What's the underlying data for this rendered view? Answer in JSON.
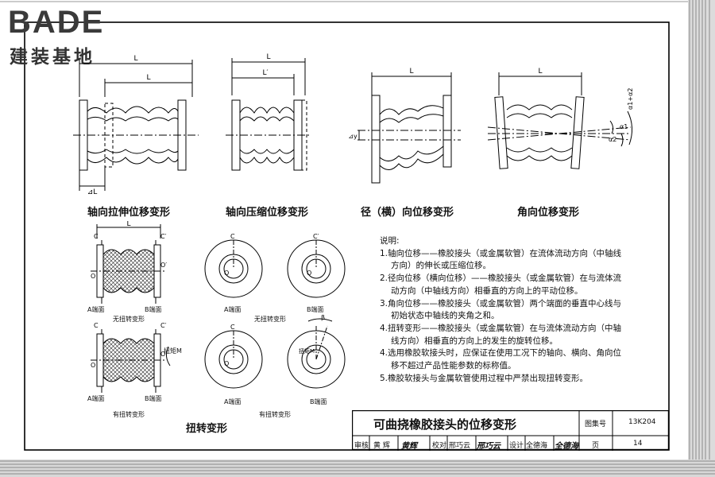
{
  "brand": {
    "name": "BADE",
    "subtitle": "建装基地"
  },
  "figures": {
    "axial_tension": {
      "caption": "轴向拉伸位移变形",
      "dim_total": "L",
      "dim_inner": "L",
      "dim_delta": "⊿L"
    },
    "axial_compression": {
      "caption": "轴向压缩位移变形",
      "dim_total": "L",
      "dim_inner": "L′"
    },
    "lateral": {
      "caption": "径（横）向位移变形",
      "dim_total": "L",
      "dim_delta": "⊿y"
    },
    "angular": {
      "caption": "角向位移变形",
      "dim_total": "L",
      "angle_sum": "α1+α2",
      "angle_1": "α1",
      "angle_2": "α2"
    },
    "torsion": {
      "caption": "扭转变形",
      "dim_total": "L",
      "point_c": "C",
      "point_c_prime": "C′",
      "point_o": "O",
      "point_o_prime": "O′",
      "face_a": "A端面",
      "face_b": "B端面",
      "no_twist": "无扭转变形",
      "with_twist": "有扭转变形",
      "torque": "扭矩M",
      "beta": "β"
    }
  },
  "notes": {
    "heading": "说明:",
    "lines": [
      "1.轴向位移——橡胶接头（或金属软管）在流体流动方向（中轴线",
      "方向）的伸长或压缩位移。",
      "2.径向位移（横向位移）——橡胶接头（或金属软管）在与流体流",
      "动方向（中轴线方向）相垂直的方向上的平动位移。",
      "3.角向位移——橡胶接头（或金属软管）两个端面的垂直中心线与",
      "初始状态中轴线的夹角之和。",
      "4.扭转变形——橡胶接头（或金属软管）在与流体流动方向（中轴",
      "线方向）相垂直的方向上的发生的旋转位移。",
      "4.选用橡胶软接头时，应保证在使用工况下的轴向、横向、角向位",
      "移不超过产品性能参数的标称值。",
      "5.橡胶软接头与金属软管使用过程中严禁出现扭转变形。"
    ]
  },
  "title_block": {
    "title": "可曲挠橡胶接头的位移变形",
    "atlas_label": "图集号",
    "atlas_no": "13K204",
    "page_label": "页",
    "page_no": "14",
    "review_label": "审核",
    "reviewer": "黄 辉",
    "reviewer_sig": "黄辉",
    "check_label": "校对",
    "checker": "邢巧云",
    "checker_sig": "邢巧云",
    "design_label": "设计",
    "designer": "全德海",
    "designer_sig": "全德海"
  }
}
